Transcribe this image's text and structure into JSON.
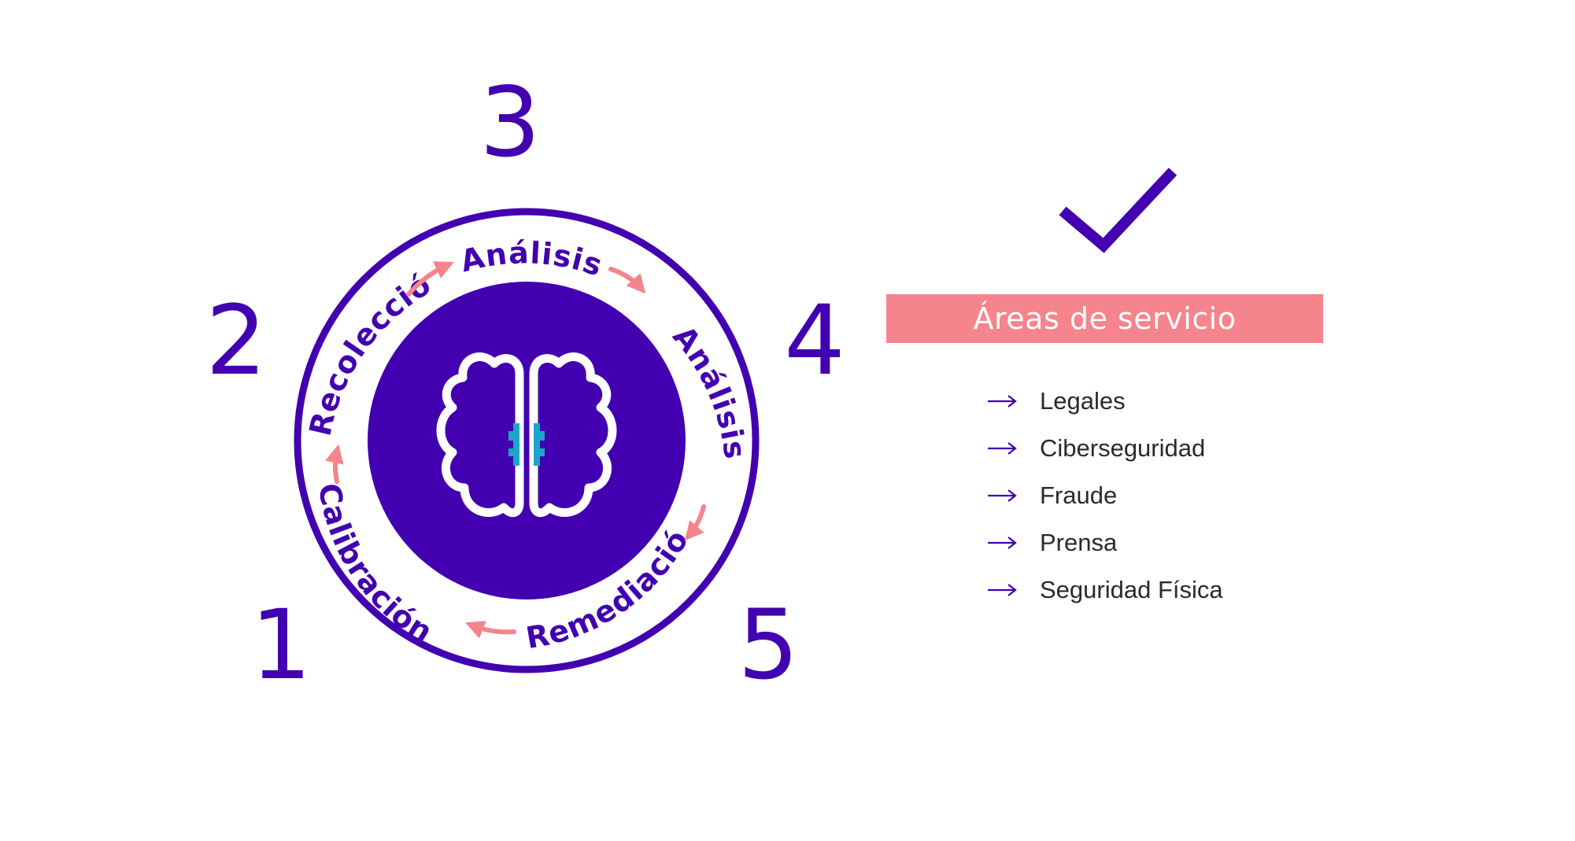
{
  "colors": {
    "primary": "#4200b0",
    "accent": "#f5848c",
    "teal": "#1aa6c8",
    "white": "#ffffff",
    "text": "#2a2a2a"
  },
  "cycle": {
    "steps": [
      {
        "number": "1",
        "label": "Calibración"
      },
      {
        "number": "2",
        "label": "Recolección"
      },
      {
        "number": "3",
        "label": "Análisis"
      },
      {
        "number": "4",
        "label": "Análisis"
      },
      {
        "number": "5",
        "label": "Remediación"
      }
    ],
    "center_icon": "brain-icon",
    "connector_icon": "curved-arrow-icon"
  },
  "check_icon": "check-mark-icon",
  "services": {
    "title": "Áreas de servicio",
    "items": [
      {
        "label": "Legales",
        "icon": "arrow-right-icon"
      },
      {
        "label": "Ciberseguridad",
        "icon": "arrow-right-icon"
      },
      {
        "label": "Fraude",
        "icon": "arrow-right-icon"
      },
      {
        "label": "Prensa",
        "icon": "arrow-right-icon"
      },
      {
        "label": "Seguridad Física",
        "icon": "arrow-right-icon"
      }
    ]
  }
}
